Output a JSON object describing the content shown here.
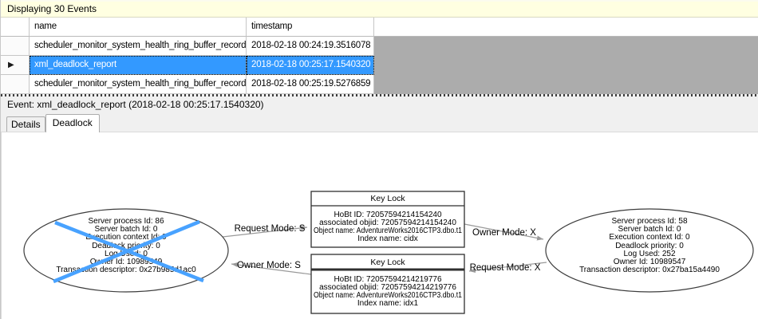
{
  "info_bar": {
    "label": "Displaying 30 Events"
  },
  "events_grid": {
    "row_indicator_icon": "▶",
    "columns": [
      {
        "label": "name"
      },
      {
        "label": "timestamp"
      }
    ],
    "selected_row_index": 1,
    "rows": [
      {
        "name": "scheduler_monitor_system_health_ring_buffer_recorded",
        "timestamp": "2018-02-18 00:24:19.3516078"
      },
      {
        "name": "xml_deadlock_report",
        "timestamp": "2018-02-18 00:25:17.1540320"
      },
      {
        "name": "scheduler_monitor_system_health_ring_buffer_recorded",
        "timestamp": "2018-02-18 00:25:19.5276859"
      }
    ]
  },
  "event_bar": {
    "label": "Event: xml_deadlock_report (2018-02-18 00:25:17.1540320)"
  },
  "tabs": {
    "details": "Details",
    "deadlock": "Deadlock",
    "active": "Deadlock"
  },
  "deadlock_graph": {
    "victim_process": {
      "lines": [
        "Server process Id: 86",
        "Server batch Id: 0",
        "Execution context Id: 0",
        "Deadlock priority: 0",
        "Log Used: 0",
        "Owner Id: 10989549",
        "Transaction descriptor: 0x27b985d1ac0"
      ]
    },
    "other_process": {
      "lines": [
        "Server process Id: 58",
        "Server batch Id: 0",
        "Execution context Id: 0",
        "Deadlock priority: 0",
        "Log Used: 252",
        "Owner Id: 10989547",
        "Transaction descriptor: 0x27ba15a4490"
      ]
    },
    "resources": [
      {
        "title": "Key Lock",
        "lines": [
          "HoBt ID: 72057594214154240",
          "associated objid: 72057594214154240",
          "Object name: AdventureWorks2016CTP3.dbo.t1",
          "Index name: cidx"
        ]
      },
      {
        "title": "Key Lock",
        "lines": [
          "HoBt ID: 72057594214219776",
          "associated objid: 72057594214219776",
          "Object name: AdventureWorks2016CTP3.dbo.t1",
          "Index name: idx1"
        ]
      }
    ],
    "edges": [
      {
        "label": "Request Mode: S"
      },
      {
        "label": "Owner Mode: S"
      },
      {
        "label": "Owner Mode: X"
      },
      {
        "label": "Request Mode: X"
      }
    ]
  },
  "colors": {
    "selection_blue": "#3399FF",
    "victim_x_blue": "#48A2FF",
    "info_bar_yellow": "#FFFFE1",
    "grid_empty_gray": "#ACACAC",
    "arrow_gray": "#999999"
  }
}
